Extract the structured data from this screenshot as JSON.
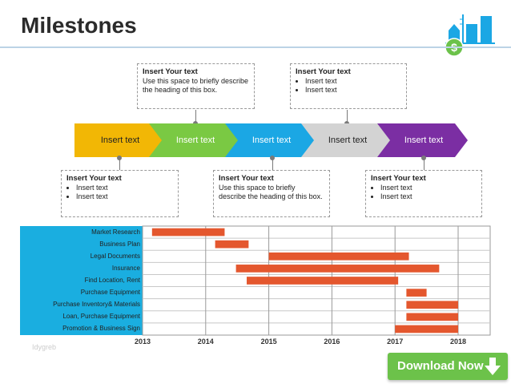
{
  "header": {
    "title": "Milestones"
  },
  "arrows": [
    {
      "label": "Insert text",
      "color": "#f2b705"
    },
    {
      "label": "Insert text",
      "color": "#7ac943"
    },
    {
      "label": "Insert text",
      "color": "#1ba7e4"
    },
    {
      "label": "Insert text",
      "color": "#d3d3d3"
    },
    {
      "label": "Insert text",
      "color": "#7b2ea3"
    }
  ],
  "boxes_top": [
    {
      "heading": "Insert Your text",
      "body": "Use this space to briefly describe the heading of this box."
    },
    {
      "heading": "Insert Your text",
      "bullets": [
        "Insert text",
        "Insert text"
      ]
    }
  ],
  "boxes_bottom": [
    {
      "heading": "Insert Your text",
      "bullets": [
        "Insert text",
        "Insert text"
      ]
    },
    {
      "heading": "Insert Your text",
      "body": "Use this space to briefly describe the heading of this box."
    },
    {
      "heading": "Insert Your text",
      "bullets": [
        "Insert text",
        "Insert text"
      ]
    }
  ],
  "chart_data": {
    "type": "gantt",
    "years": [
      "2013",
      "2014",
      "2015",
      "2016",
      "2017",
      "2018"
    ],
    "bar_color": "#e4572e",
    "tasks": [
      {
        "name": "Market Research",
        "start": 2013.15,
        "end": 2014.3
      },
      {
        "name": "Business Plan",
        "start": 2014.15,
        "end": 2014.68
      },
      {
        "name": "Legal Documents",
        "start": 2015.0,
        "end": 2017.22
      },
      {
        "name": "Insurance",
        "start": 2014.48,
        "end": 2017.7
      },
      {
        "name": "Find Location, Rent",
        "start": 2014.65,
        "end": 2017.05
      },
      {
        "name": "Purchase Equipment",
        "start": 2017.18,
        "end": 2017.5
      },
      {
        "name": "Purchase Inventory& Materials",
        "start": 2017.18,
        "end": 2018.0
      },
      {
        "name": "Loan, Purchase Equipment",
        "start": 2017.18,
        "end": 2018.0
      },
      {
        "name": "Promotion & Business Sign",
        "start": 2017.0,
        "end": 2018.0
      }
    ]
  },
  "download": {
    "label": "Download Now"
  }
}
